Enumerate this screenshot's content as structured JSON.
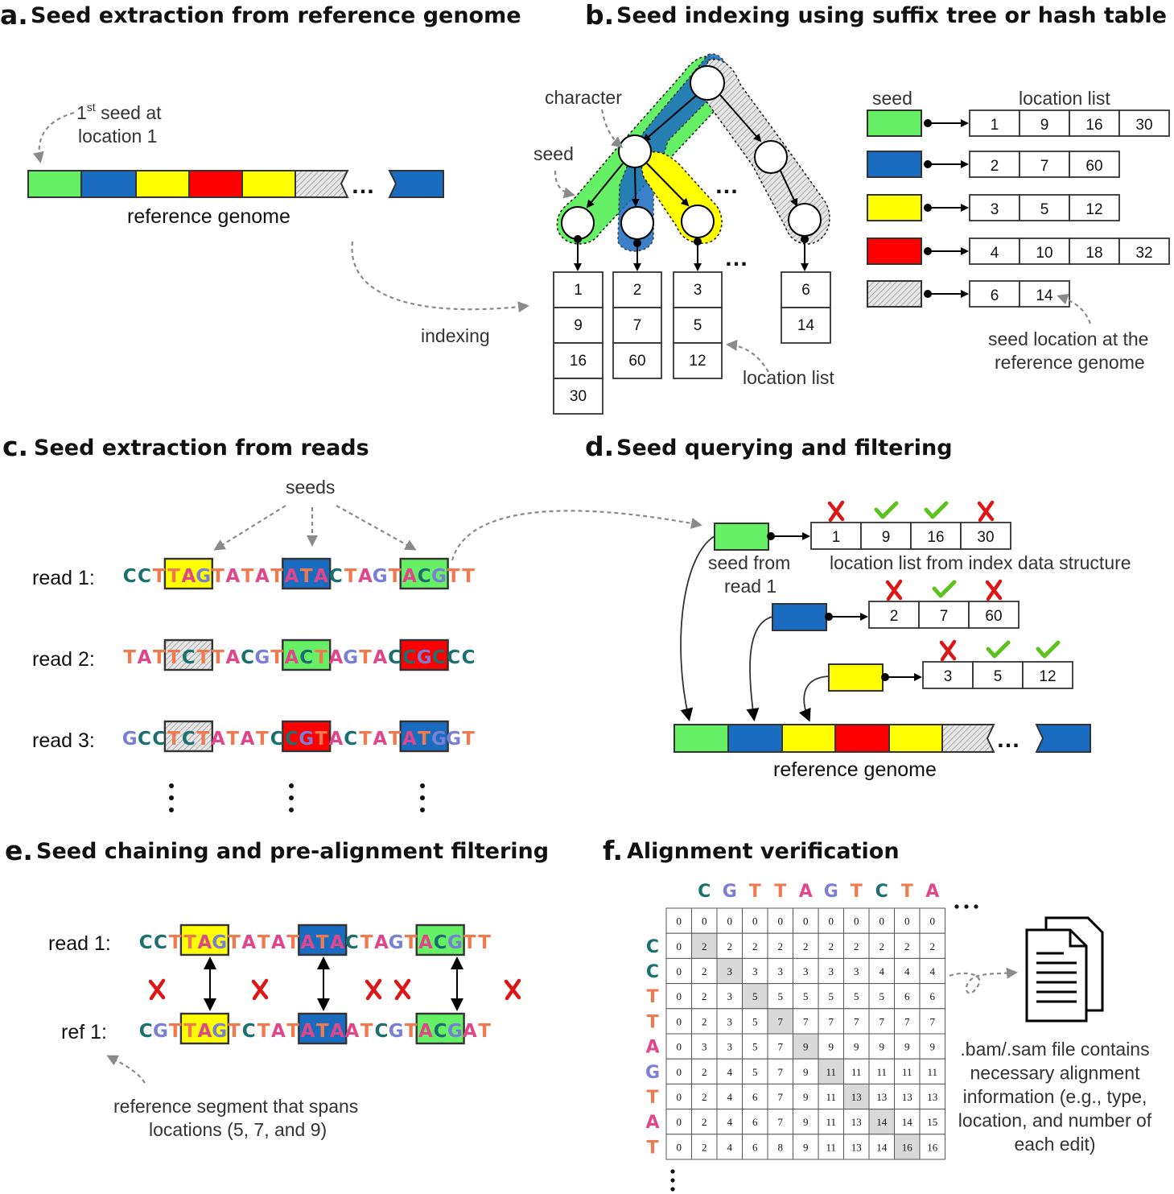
{
  "colors": {
    "green": "#66f065",
    "blue": "#1a6cc0",
    "yellow": "#ffff00",
    "red": "#ff0000",
    "hatch": "#d8d8d8",
    "A": "#e0478a",
    "C": "#1a6f6f",
    "G": "#7a7fd6",
    "T": "#f07a50",
    "check": "#5cc21e",
    "cross": "#dd1515"
  },
  "panel_a": {
    "letter": "a.",
    "title": "Seed extraction from reference genome",
    "note_line1": "1",
    "note_sup": "st",
    "note_line1_rest": " seed at",
    "note_line2": "location 1",
    "genome_label": "reference genome",
    "indexing_label": "indexing",
    "ellipsis": "…"
  },
  "panel_b": {
    "letter": "b.",
    "title": "Seed indexing using suffix tree or hash table",
    "character_label": "character",
    "seed_label": "seed",
    "tree_lists": [
      [
        "1",
        "9",
        "16",
        "30"
      ],
      [
        "2",
        "7",
        "60"
      ],
      [
        "3",
        "5",
        "12"
      ],
      [
        "6",
        "14"
      ]
    ],
    "location_list_label": "location list",
    "table_seed_header": "seed",
    "table_list_header": "location list",
    "table_rows": [
      [
        "1",
        "9",
        "16",
        "30"
      ],
      [
        "2",
        "7",
        "60"
      ],
      [
        "3",
        "5",
        "12"
      ],
      [
        "4",
        "10",
        "18",
        "32"
      ],
      [
        "6",
        "14"
      ]
    ],
    "note_line1": "seed location at the",
    "note_line2": "reference genome"
  },
  "panel_c": {
    "letter": "c.",
    "title": "Seed extraction from reads",
    "seeds_label": "seeds",
    "reads": [
      {
        "label": "read 1:",
        "seq": "CCTTAGTATATATACTAGTACGTT"
      },
      {
        "label": "read 2:",
        "seq": "TATTCTTACGTACTAGTACCGCCC"
      },
      {
        "label": "read 3:",
        "seq": "GCCTCTATATCCGTACTATATGGT"
      }
    ]
  },
  "panel_d": {
    "letter": "d.",
    "title": "Seed querying and filtering",
    "seed_from_line1": "seed from",
    "seed_from_line2": "read 1",
    "list_label": "location list from index data structure",
    "rows": [
      [
        "1",
        "9",
        "16",
        "30"
      ],
      [
        "2",
        "7",
        "60"
      ],
      [
        "3",
        "5",
        "12"
      ]
    ],
    "marks": [
      [
        "x",
        "v",
        "v",
        "x"
      ],
      [
        "x",
        "v",
        "x"
      ],
      [
        "x",
        "v",
        "v"
      ]
    ],
    "genome_label": "reference genome"
  },
  "panel_e": {
    "letter": "e.",
    "title": "Seed chaining and pre-alignment filtering",
    "read_label": "read 1:",
    "read_seq": "CCTTAGTATATATACTAGTACGTT",
    "ref_label": "ref 1:",
    "ref_seq": "CGTTAGTCTATATAATCGTACGAT",
    "note_line1": "reference segment that spans",
    "note_line2": "locations (5, 7, and 9)"
  },
  "panel_f": {
    "letter": "f.",
    "title": "Alignment verification",
    "col_bases": [
      "C",
      "G",
      "T",
      "T",
      "A",
      "G",
      "T",
      "C",
      "T",
      "A"
    ],
    "row_bases": [
      "C",
      "C",
      "T",
      "T",
      "A",
      "G",
      "T",
      "A",
      "T"
    ],
    "matrix": [
      [
        "0",
        "0",
        "0",
        "0",
        "0",
        "0",
        "0",
        "0",
        "0",
        "0",
        "0"
      ],
      [
        "0",
        "2",
        "2",
        "2",
        "2",
        "2",
        "2",
        "2",
        "2",
        "2",
        "2"
      ],
      [
        "0",
        "2",
        "3",
        "3",
        "3",
        "3",
        "3",
        "3",
        "4",
        "4",
        "4"
      ],
      [
        "0",
        "2",
        "3",
        "5",
        "5",
        "5",
        "5",
        "5",
        "5",
        "6",
        "6"
      ],
      [
        "0",
        "2",
        "3",
        "5",
        "7",
        "7",
        "7",
        "7",
        "7",
        "7",
        "7"
      ],
      [
        "0",
        "3",
        "3",
        "5",
        "7",
        "9",
        "9",
        "9",
        "9",
        "9",
        "9"
      ],
      [
        "0",
        "2",
        "4",
        "5",
        "7",
        "9",
        "11",
        "11",
        "11",
        "11",
        "11"
      ],
      [
        "0",
        "2",
        "4",
        "6",
        "7",
        "9",
        "11",
        "13",
        "13",
        "13",
        "13"
      ],
      [
        "0",
        "2",
        "4",
        "6",
        "7",
        "9",
        "11",
        "13",
        "14",
        "14",
        "15"
      ],
      [
        "0",
        "2",
        "4",
        "6",
        "8",
        "9",
        "11",
        "13",
        "14",
        "16",
        "16"
      ]
    ],
    "file_note": [
      ".bam/.sam file contains",
      "necessary alignment",
      "information (e.g., type,",
      "location, and number of",
      "each edit)"
    ]
  }
}
